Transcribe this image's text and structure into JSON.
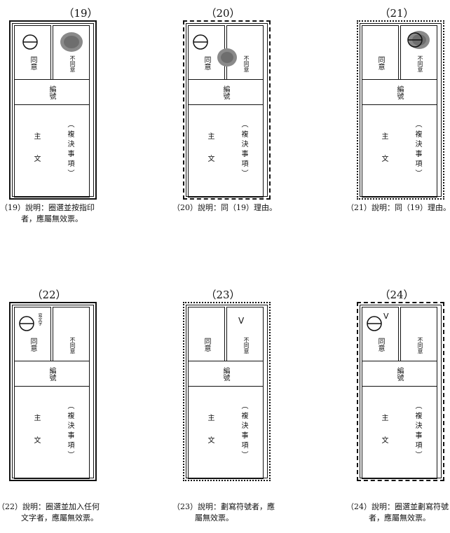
{
  "labels": {
    "agree": "同意",
    "disagree": "不同意",
    "number": "編號",
    "main_text": "主文",
    "referendum_item": "（複決事項）"
  },
  "ballots": [
    {
      "num": "（19）",
      "caption_line1": "（19）說明：圈選並按指印",
      "caption_line2": "者，應屬無效票。"
    },
    {
      "num": "（20）",
      "caption_line1": "（20）說明：同（19）理由。",
      "caption_line2": ""
    },
    {
      "num": "（21）",
      "caption_line1": "（21）說明：同（19）理由。",
      "caption_line2": ""
    },
    {
      "num": "（22）",
      "caption_line1": "（22）說明：圈選並加入任何",
      "caption_line2": "文字者，應屬無效票。",
      "handwritten": "寫文字"
    },
    {
      "num": "（23）",
      "caption_line1": "（23）說明：劃寫符號者，應",
      "caption_line2": "屬無效票。",
      "mark": "V"
    },
    {
      "num": "（24）",
      "caption_line1": "（24）說明：圈選並劃寫符號",
      "caption_line2": "者，應屬無效票。",
      "mark": "V"
    }
  ]
}
